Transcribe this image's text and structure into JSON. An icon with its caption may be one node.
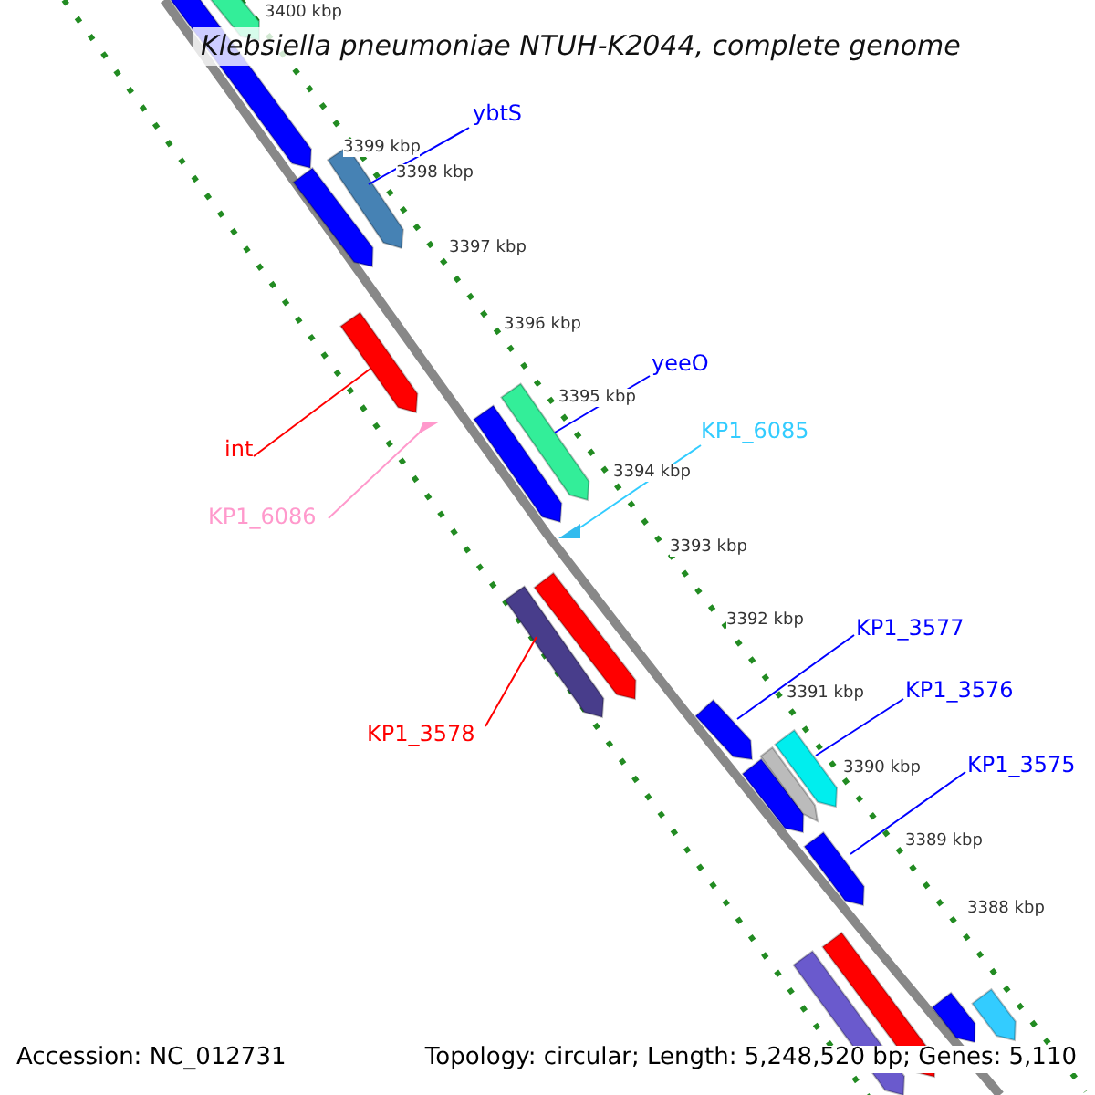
{
  "diagram": {
    "title": "Klebsiella pneumoniae NTUH-K2044, complete genome",
    "nodes": [
      {
        "text": [
          "ybtS"
        ]
      },
      {
        "text": [],
        "shape": "bar"
      },
      {
        "text": [
          "yeeO"
        ]
      },
      {
        "text": [],
        "shape": "bar"
      },
      {
        "text": [
          "KP1_6085"
        ]
      },
      {
        "text": [],
        "shape": "triangle"
      },
      {
        "text": [
          "int"
        ]
      },
      {
        "text": [],
        "shape": "bar"
      },
      {
        "text": [
          "KP1_6086"
        ]
      },
      {
        "text": [],
        "shape": "triangle"
      },
      {
        "text": [
          "KP1_3578"
        ]
      },
      {
        "text": [],
        "shape": "bar"
      },
      {
        "text": [
          "KP1_3577"
        ]
      },
      {
        "text": [],
        "shape": "bar"
      },
      {
        "text": [
          "KP1_3576"
        ]
      },
      {
        "text": [],
        "shape": "bar"
      },
      {
        "text": [
          "KP1_3575"
        ]
      },
      {
        "text": [],
        "shape": "bar"
      },
      {
        "text": [],
        "shape": "bar"
      },
      {
        "text": [],
        "shape": "bar"
      },
      {
        "text": [],
        "shape": "bar"
      },
      {
        "text": [],
        "shape": "bar"
      },
      {
        "text": [],
        "shape": "bar"
      },
      {
        "text": [],
        "shape": "bar"
      },
      {
        "text": [],
        "shape": "bar"
      },
      {
        "text": [],
        "shape": "bar"
      },
      {
        "text": [],
        "shape": "bar"
      },
      {
        "text": [],
        "shape": "bar"
      },
      {
        "text": [],
        "shape": "bar"
      }
    ],
    "edges": [
      {
        "from": 0,
        "to": 1,
        "arrow": "none",
        "color": "#0000ff"
      },
      {
        "from": 2,
        "to": 3,
        "arrow": "none",
        "color": "#0000ff"
      },
      {
        "from": 4,
        "to": 5,
        "arrow": "none",
        "color": "#33ccff"
      },
      {
        "from": 6,
        "to": 7,
        "arrow": "none",
        "color": "#ff0000"
      },
      {
        "from": 8,
        "to": 9,
        "arrow": "none",
        "color": "#ff99cc"
      },
      {
        "from": 10,
        "to": 11,
        "arrow": "none",
        "color": "#ff0000"
      },
      {
        "from": 12,
        "to": 13,
        "arrow": "none",
        "color": "#0000ff"
      },
      {
        "from": 14,
        "to": 15,
        "arrow": "none",
        "color": "#0000ff"
      },
      {
        "from": 16,
        "to": 17,
        "arrow": "none",
        "color": "#0000ff"
      }
    ],
    "labels": [
      "3400 kbp",
      "3399 kbp",
      "3398 kbp",
      "3397 kbp",
      "3396 kbp",
      "3395 kbp",
      "3394 kbp",
      "3393 kbp",
      "3392 kbp",
      "3391 kbp",
      "3390 kbp",
      "3389 kbp",
      "3388 kbp",
      "Accession: NC_012731",
      "Topology: circular; Length: 5,248,520 bp; Genes: 5,110"
    ]
  }
}
